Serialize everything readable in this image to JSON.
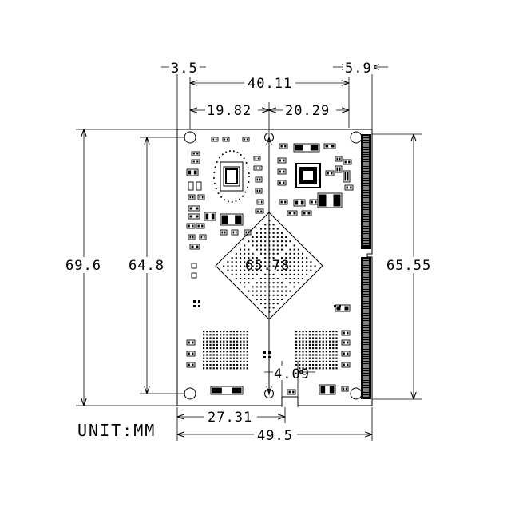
{
  "dimensions": {
    "left_margin": "3.5",
    "right_margin": "5.9",
    "top_span": "40.11",
    "left_span": "19.82",
    "right_span": "20.29",
    "outer_height": "69.6",
    "inner_height": "64.8",
    "diagonal": "65.78",
    "connector_height": "65.55",
    "bottom_gap": "4.09",
    "bottom_span": "27.31",
    "total_width": "49.5"
  },
  "unit_label": "UNIT:MM"
}
